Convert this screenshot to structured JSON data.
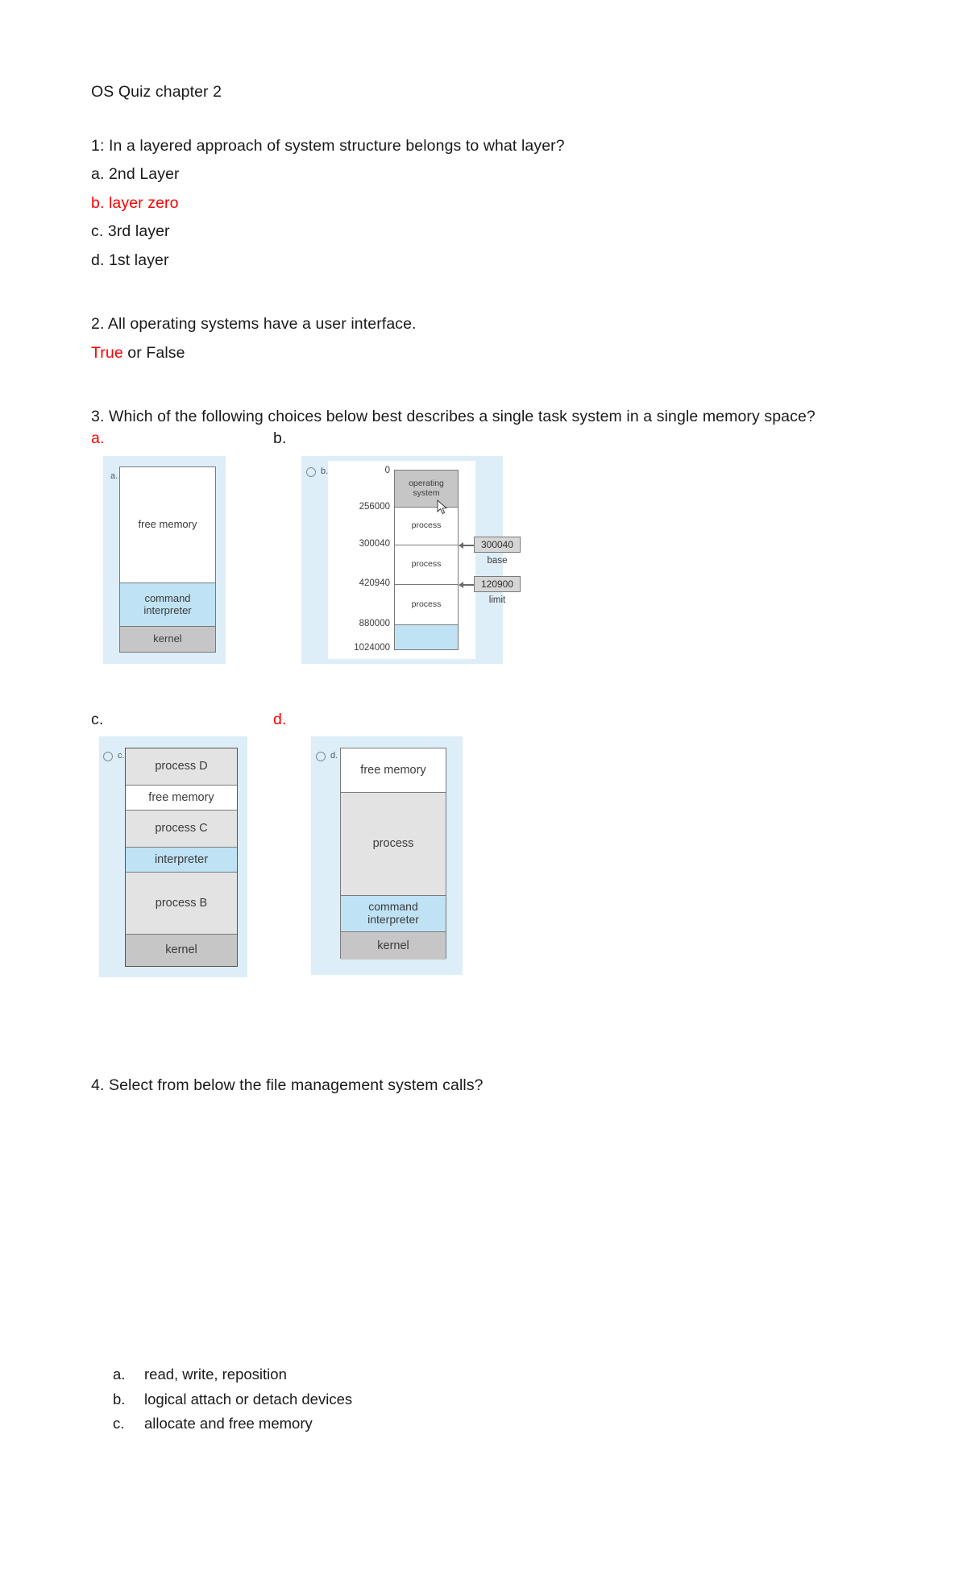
{
  "document": {
    "title": "OS Quiz chapter 2",
    "questions": [
      {
        "prompt": "1: In a layered approach of system structure belongs to what layer?",
        "options": [
          {
            "text": "a. 2nd Layer",
            "correct": false
          },
          {
            "text": "b. layer zero",
            "correct": true
          },
          {
            "text": "c. 3rd layer",
            "correct": false
          },
          {
            "text": "d. 1st layer",
            "correct": false
          }
        ]
      },
      {
        "prompt": "2. All operating systems have a user interface.",
        "answer_true": "True",
        "answer_sep": " or ",
        "answer_false": "False"
      },
      {
        "prompt": "3. Which of the following choices below best describes a single task system in a single memory space?",
        "choice_markers": [
          {
            "label": "a.",
            "correct": true
          },
          {
            "label": "b.",
            "correct": false
          },
          {
            "label": "c.",
            "correct": false
          },
          {
            "label": "d.",
            "correct": true
          }
        ]
      },
      {
        "prompt": "4. Select from below the file management system calls?",
        "options": [
          {
            "marker": "a.",
            "text": "read, write, reposition",
            "correct": true
          },
          {
            "marker": "b.",
            "text": "logical attach or detach devices",
            "correct": false
          },
          {
            "marker": "c.",
            "text": "allocate and free memory",
            "correct": false
          }
        ]
      }
    ]
  },
  "figures": {
    "a": {
      "inline_label": "a.",
      "has_radio": false,
      "cells": [
        {
          "text": "free memory",
          "fill": "white"
        },
        {
          "text": "command\ninterpreter",
          "fill": "blue"
        },
        {
          "text": "kernel",
          "fill": "gray"
        }
      ]
    },
    "b": {
      "inline_label": "b.",
      "has_radio": true,
      "addresses": [
        "0",
        "256000",
        "300040",
        "420940",
        "880000",
        "1024000"
      ],
      "cells": [
        {
          "text": "operating\nsystem",
          "fill": "gray"
        },
        {
          "text": "process",
          "fill": "white"
        },
        {
          "text": "process",
          "fill": "white"
        },
        {
          "text": "process",
          "fill": "white"
        },
        {
          "text": "",
          "fill": "blue"
        }
      ],
      "callouts": [
        {
          "value": "300040",
          "caption": "base"
        },
        {
          "value": "120900",
          "caption": "limit"
        }
      ],
      "cursor": "mouse-pointer"
    },
    "c": {
      "inline_label": "c.",
      "has_radio": true,
      "cells": [
        {
          "text": "process D",
          "fill": "lgray"
        },
        {
          "text": "free memory",
          "fill": "white"
        },
        {
          "text": "process C",
          "fill": "lgray"
        },
        {
          "text": "interpreter",
          "fill": "blue"
        },
        {
          "text": "process B",
          "fill": "lgray"
        },
        {
          "text": "kernel",
          "fill": "gray"
        }
      ]
    },
    "d": {
      "inline_label": "d.",
      "has_radio": true,
      "cells": [
        {
          "text": "free memory",
          "fill": "white"
        },
        {
          "text": "process",
          "fill": "lgray"
        },
        {
          "text": "command\ninterpreter",
          "fill": "blue"
        },
        {
          "text": "kernel",
          "fill": "gray"
        }
      ]
    }
  },
  "colors": {
    "answer_red": "#ff0000",
    "figure_backdrop": "#ddeef8",
    "interpreter_blue": "#bfe2f5",
    "kernel_gray": "#c6c6c6",
    "process_gray": "#e3e3e3"
  }
}
